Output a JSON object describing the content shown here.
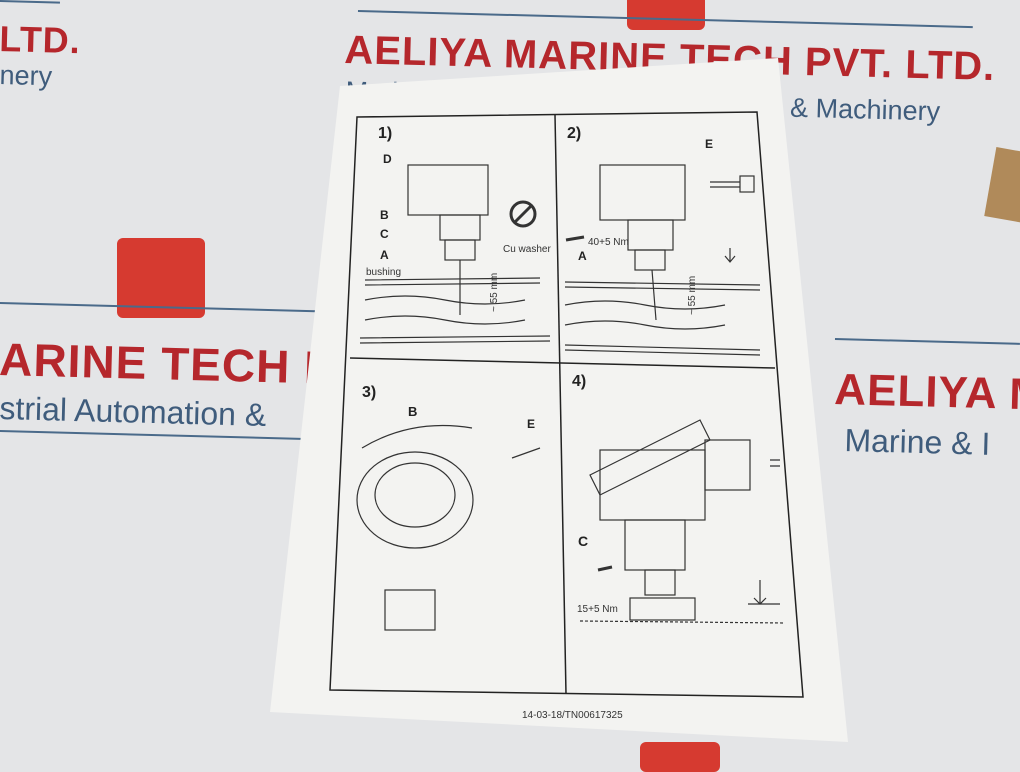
{
  "watermarks": {
    "top_left_title": "LTD.",
    "top_left_sub": "nery",
    "top_title": "AELIYA MARINE TECH PVT. LTD.",
    "top_sub_left": "Marine & I",
    "top_sub_right": "n & Machinery",
    "middle_title": "ARINE TECH P",
    "middle_sub": "strial Automation &",
    "right_title": "AELIYA M",
    "right_sub": "Marine & I"
  },
  "colors": {
    "watermark_red": "#b5272c",
    "watermark_blue": "#3f5c7c",
    "paper": "#f4f4f2",
    "ink": "#222222"
  },
  "sheet": {
    "panels": [
      {
        "number": "1)",
        "labels": [
          "D",
          "B",
          "C",
          "A",
          "bushing",
          "Cu washer",
          "~ 55 mm"
        ],
        "icon": "no-wrench-icon"
      },
      {
        "number": "2)",
        "labels": [
          "E",
          "A",
          "40+5 Nm",
          "~ 55 mm"
        ],
        "icon": "wrench-icon"
      },
      {
        "number": "3)",
        "labels": [
          "B",
          "E"
        ]
      },
      {
        "number": "4)",
        "labels": [
          "C",
          "15+5 Nm"
        ],
        "icon": "wrench-icon"
      }
    ],
    "footer_code": "14-03-18/TN00617325"
  }
}
